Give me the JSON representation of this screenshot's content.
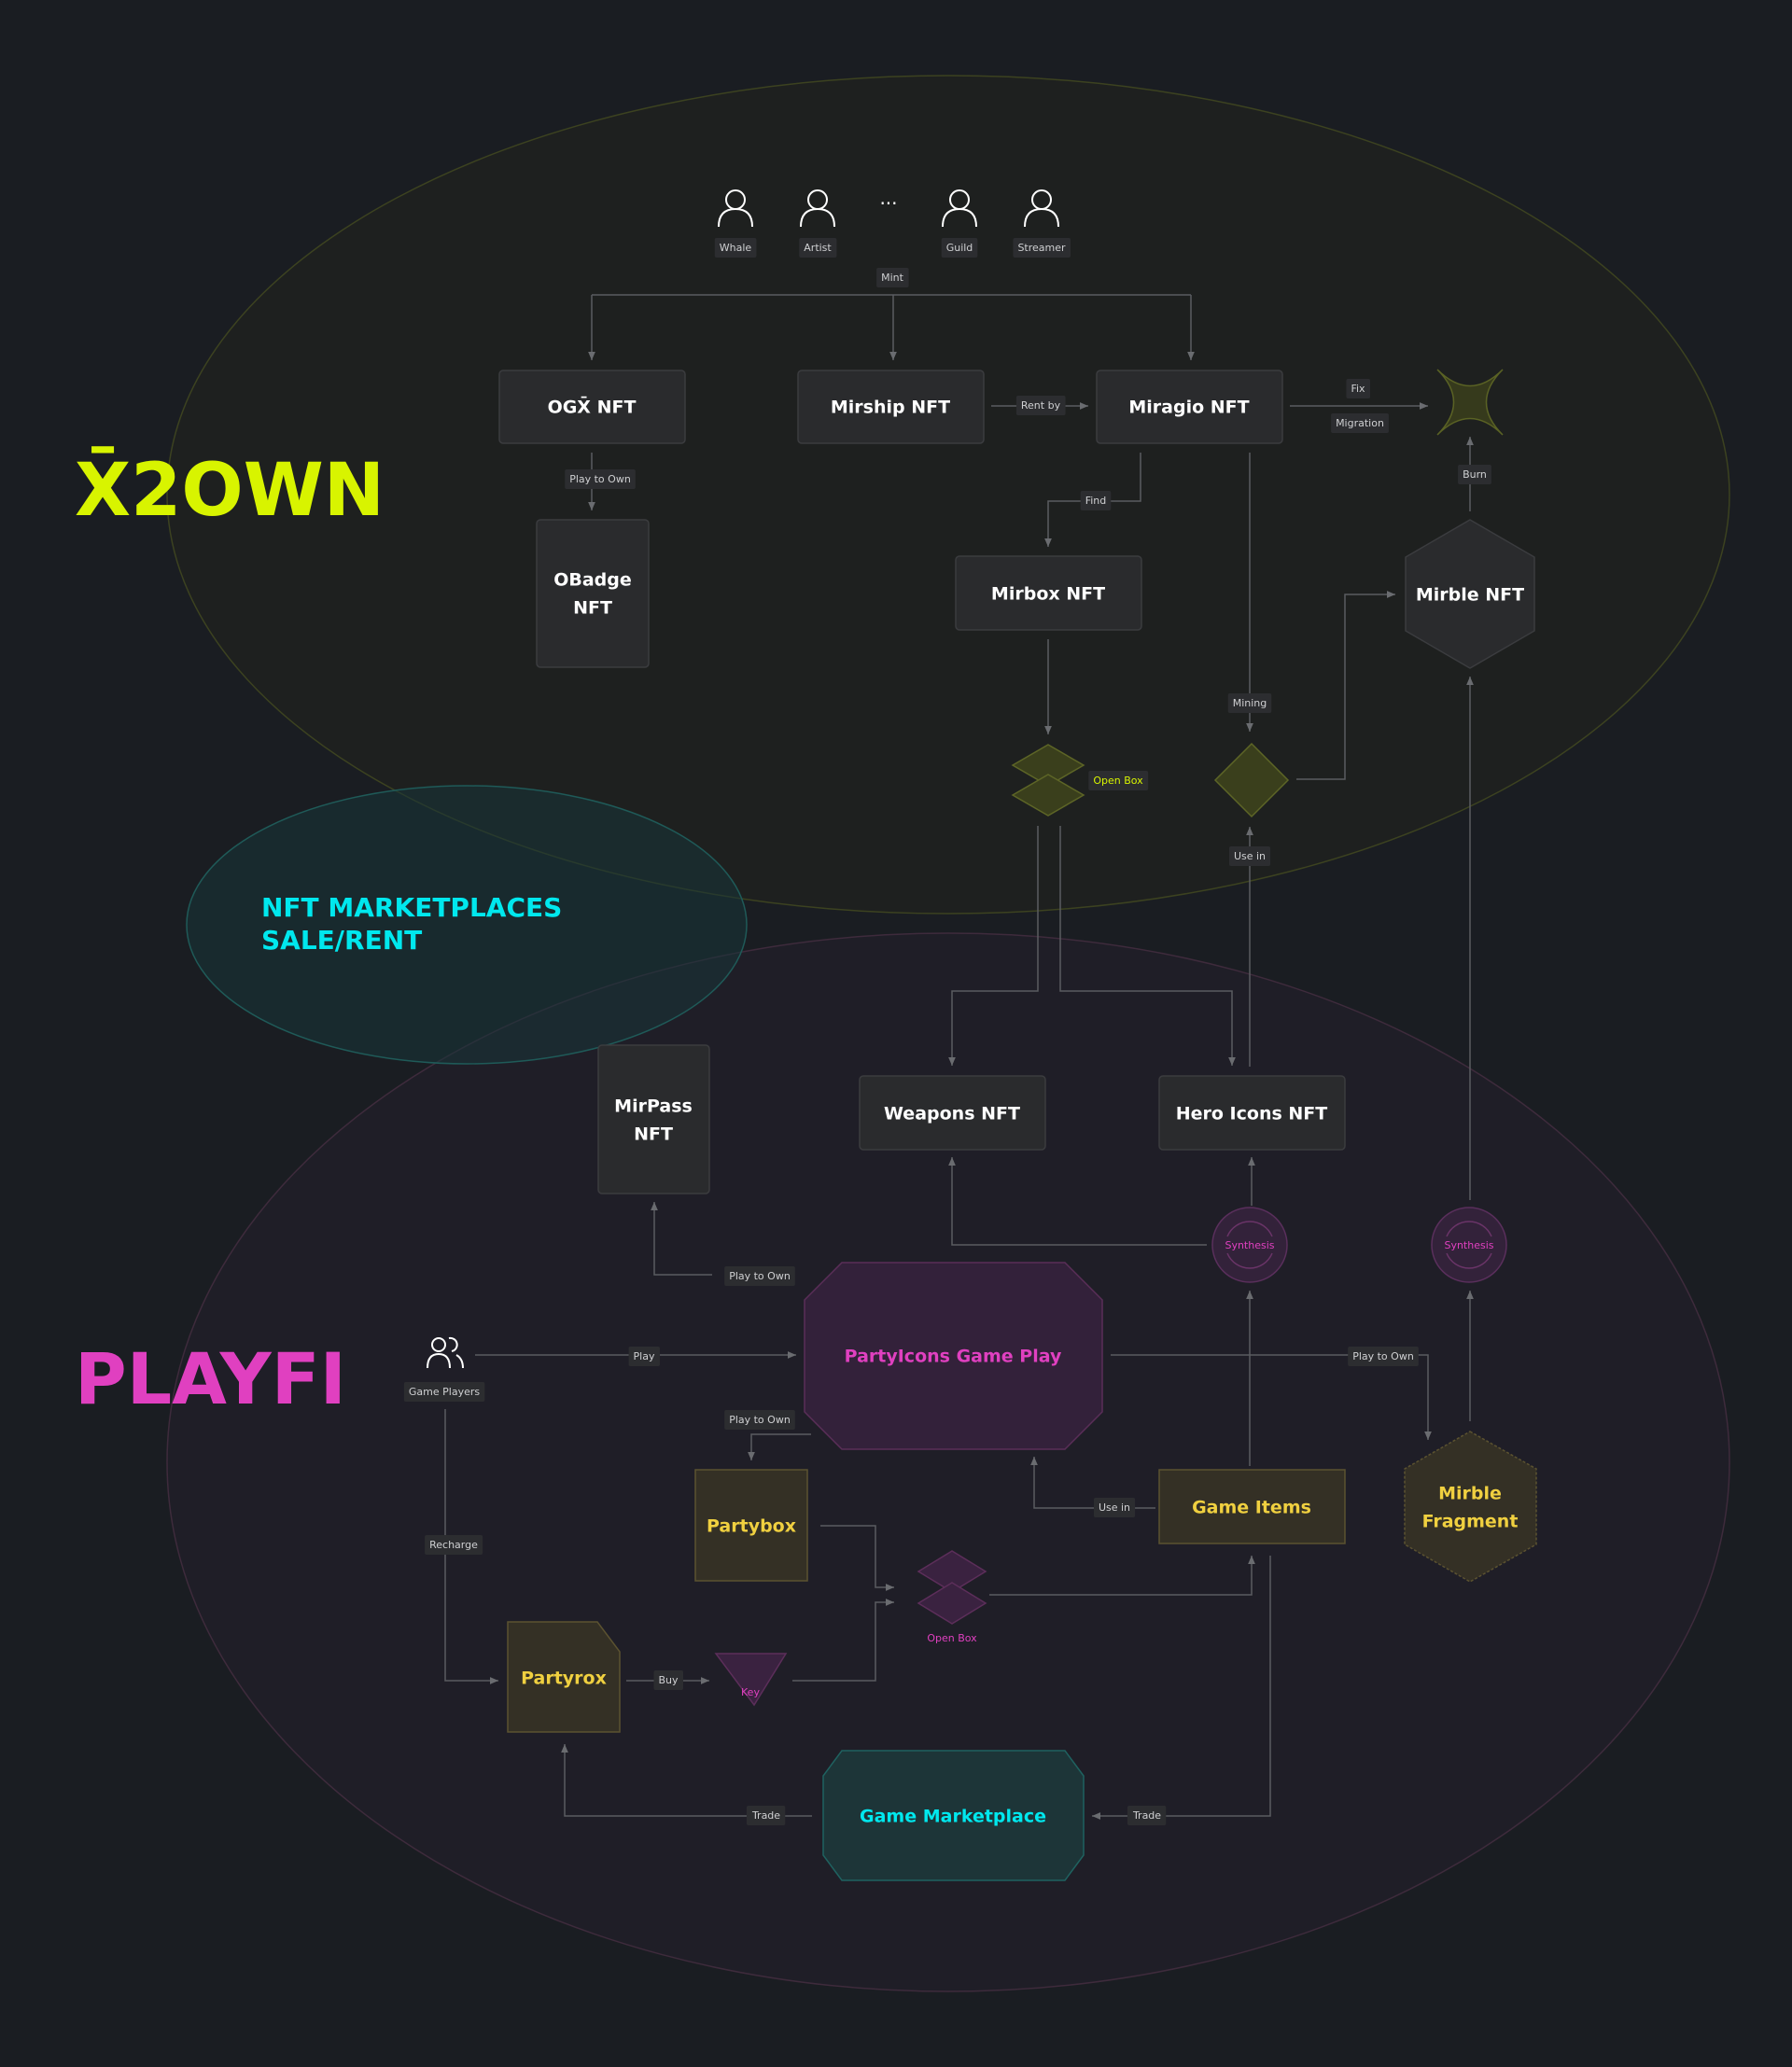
{
  "sections": {
    "x2own_logo": "X̄2OWN",
    "marketplaces_line1": "NFT MARKETPLACES",
    "marketplaces_line2": "SALE/RENT",
    "playfi_logo": "PLAYFI"
  },
  "users": [
    "Whale",
    "Artist",
    "Guild",
    "Streamer"
  ],
  "ellipsis": "···",
  "nodes": {
    "ogx": "OGX̄  NFT",
    "mirship": "Mirship NFT",
    "miragio": "Miragio NFT",
    "obadge_1": "OBadge",
    "obadge_2": "NFT",
    "mirbox": "Mirbox NFT",
    "mirble": "Mirble NFT",
    "mirpass_1": "MirPass",
    "mirpass_2": "NFT",
    "weapons": "Weapons NFT",
    "hero_icons": "Hero Icons NFT",
    "game_play": "PartyIcons Game Play",
    "game_players": "Game Players",
    "partybox": "Partybox",
    "game_items": "Game Items",
    "mirble_fragment_1": "Mirble",
    "mirble_fragment_2": "Fragment",
    "partyrox": "Partyrox",
    "key": "Key",
    "game_marketplace": "Game Marketplace"
  },
  "edges": {
    "mint": "Mint",
    "rent_by": "Rent by",
    "fix": "Fix",
    "migration": "Migration",
    "burn": "Burn",
    "play_to_own": "Play to Own",
    "find": "Find",
    "open_box": "Open Box",
    "mining": "Mining",
    "use_in": "Use in",
    "synthesis": "Synthesis",
    "play": "Play",
    "recharge": "Recharge",
    "buy": "Buy",
    "trade": "Trade"
  },
  "colors": {
    "background": "#1a1d22",
    "lime": "#d8f400",
    "magenta": "#e040c0",
    "cyan": "#00e8ee",
    "yellow": "#f0d040"
  }
}
